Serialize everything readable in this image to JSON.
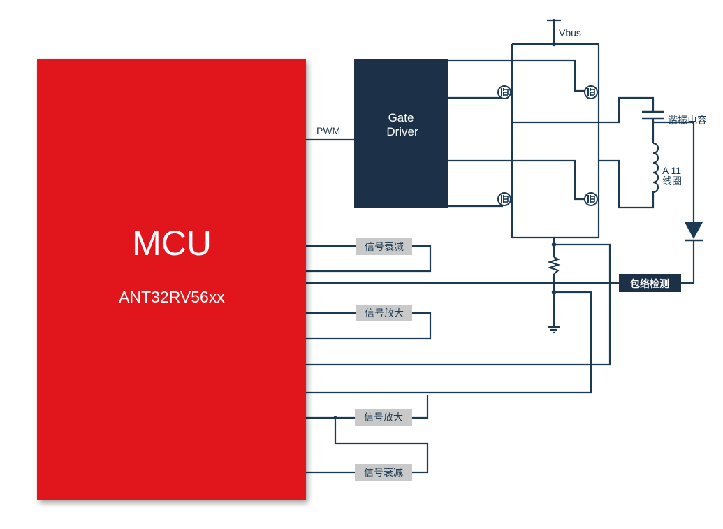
{
  "mcu": {
    "title": "MCU",
    "part_number": "ANT32RV56xx",
    "color": "#e1121c"
  },
  "gate_driver": {
    "line1": "Gate",
    "line2": "Driver",
    "color": "#1c3148"
  },
  "labels": {
    "pwm": "PWM",
    "vbus": "Vbus",
    "resonant_cap": "谐振电容",
    "coil_line1": "A 11",
    "coil_line2": "线圈",
    "envelope_detect": "包络检测"
  },
  "signal_blocks": {
    "attenuate_top": "信号衰减",
    "amplify_top": "信号放大",
    "amplify_bottom": "信号放大",
    "attenuate_bottom": "信号衰减",
    "block_color": "#c9c9c9"
  },
  "colors": {
    "wire": "#1c3a52",
    "envelope_box": "#1c3148"
  }
}
